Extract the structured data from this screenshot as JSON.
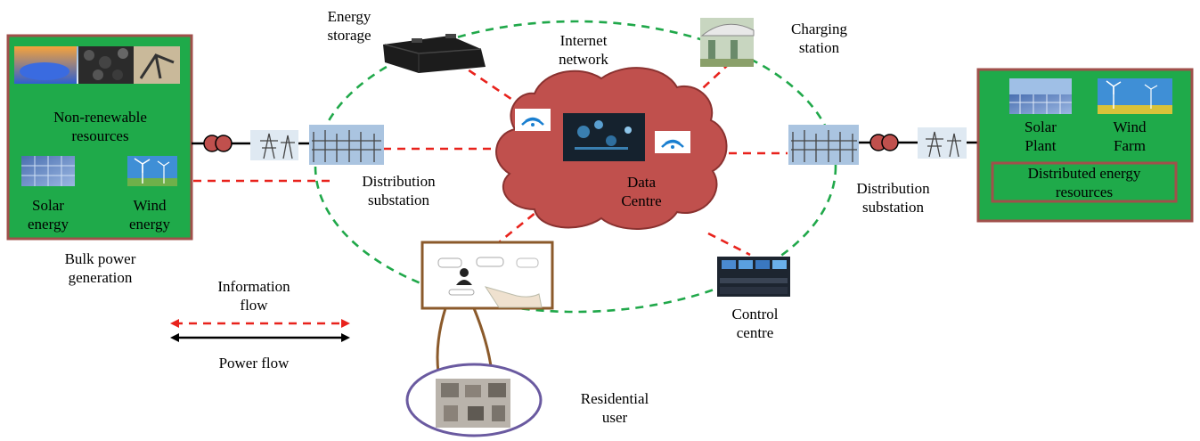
{
  "labels": {
    "energy_storage": [
      "Energy",
      "storage"
    ],
    "internet_network": [
      "Internet",
      "network"
    ],
    "charging_station": [
      "Charging",
      "station"
    ],
    "non_renewable": [
      "Non-renewable",
      "resources"
    ],
    "solar_energy": [
      "Solar",
      "energy"
    ],
    "wind_energy": [
      "Wind",
      "energy"
    ],
    "bulk_power": [
      "Bulk power",
      "generation"
    ],
    "dist_sub_left": [
      "Distribution",
      "substation"
    ],
    "dist_sub_right": [
      "Distribution",
      "substation"
    ],
    "data_centre": [
      "Data",
      "Centre"
    ],
    "solar_plant": [
      "Solar",
      "Plant"
    ],
    "wind_farm": [
      "Wind",
      "Farm"
    ],
    "der": [
      "Distributed energy",
      "resources"
    ],
    "control_centre": [
      "Control",
      "centre"
    ],
    "residential_user": [
      "Residential",
      "user"
    ],
    "information_flow": [
      "Information",
      "flow"
    ],
    "power_flow": "Power flow"
  },
  "colors": {
    "green_box": "#1faa4a",
    "box_border": "#a0504b",
    "cloud": "#c0504d",
    "info_flow": "#e8221c",
    "network_ring": "#20a84a",
    "power_flow": "#000000",
    "residential_frame": "#8b5a2b",
    "residential_oval": "#6a5aa0"
  },
  "icons": {
    "fossil_resources": "fossil-fuel-photo-icon",
    "solar_panel": "solar-panel-icon",
    "wind_turbine": "wind-turbine-icon",
    "transformer": "transformer-icon",
    "pylon": "transmission-tower-icon",
    "substation": "substation-photo-icon",
    "battery": "battery-icon",
    "wifi": "wifi-icon",
    "charging": "charging-station-icon",
    "control_room": "control-room-icon",
    "touchscreen": "user-touchscreen-icon",
    "houses": "houses-icon"
  }
}
